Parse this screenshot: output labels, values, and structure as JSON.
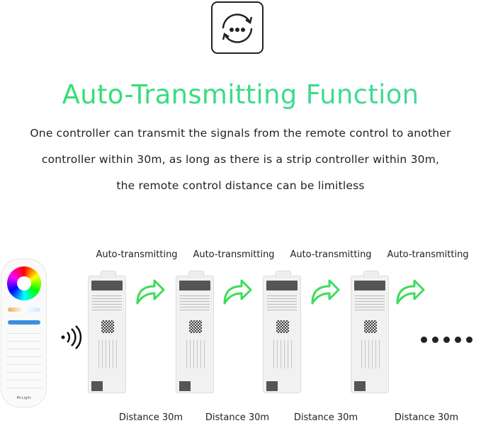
{
  "header": {
    "icon": "sync-transmit-icon",
    "title": "Auto-Transmitting Function",
    "description": [
      "One controller can transmit the signals from the remote control to another",
      "controller within 30m, as long as there is a strip controller within 30m,",
      "the remote control distance can be limitless"
    ]
  },
  "diagram": {
    "remote_brand": "Mi-Light",
    "arrow_labels": [
      "Auto-transmitting",
      "Auto-transmitting",
      "Auto-transmitting",
      "Auto-transmitting"
    ],
    "distance_labels": [
      "Distance 30m",
      "Distance 30m",
      "Distance 30m",
      "Distance 30m"
    ],
    "colors": {
      "arrow": "#3ddc5a",
      "title_start": "#2fe06a",
      "title_end": "#45d8a2"
    }
  }
}
